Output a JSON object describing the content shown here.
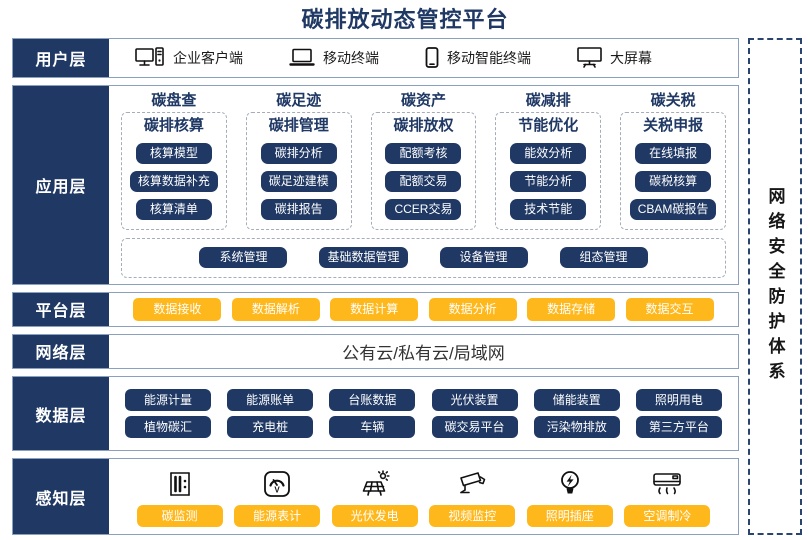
{
  "title": "碳排放动态管控平台",
  "colors": {
    "navy": "#1f3864",
    "orange": "#ffb81c",
    "layer_border": "#8ba0bd"
  },
  "security": {
    "label": "网络安全防护体系"
  },
  "user_layer": {
    "label": "用户层",
    "items": [
      {
        "icon": "desktop-pc-icon",
        "label": "企业客户端"
      },
      {
        "icon": "laptop-icon",
        "label": "移动终端"
      },
      {
        "icon": "smartphone-icon",
        "label": "移动智能终端"
      },
      {
        "icon": "big-screen-icon",
        "label": "大屏幕"
      }
    ]
  },
  "app_layer": {
    "label": "应用层",
    "columns": [
      {
        "title": "碳盘查",
        "subtitle": "碳排核算",
        "items": [
          "核算模型",
          "核算数据补充",
          "核算清单"
        ]
      },
      {
        "title": "碳足迹",
        "subtitle": "碳排管理",
        "items": [
          "碳排分析",
          "碳足迹建模",
          "碳排报告"
        ]
      },
      {
        "title": "碳资产",
        "subtitle": "碳排放权",
        "items": [
          "配额考核",
          "配额交易",
          "CCER交易"
        ]
      },
      {
        "title": "碳减排",
        "subtitle": "节能优化",
        "items": [
          "能效分析",
          "节能分析",
          "技术节能"
        ]
      },
      {
        "title": "碳关税",
        "subtitle": "关税申报",
        "items": [
          "在线填报",
          "碳税核算",
          "CBAM碳报告"
        ]
      }
    ],
    "bottom_items": [
      "系统管理",
      "基础数据管理",
      "设备管理",
      "组态管理"
    ]
  },
  "platform_layer": {
    "label": "平台层",
    "items": [
      "数据接收",
      "数据解析",
      "数据计算",
      "数据分析",
      "数据存储",
      "数据交互"
    ]
  },
  "network_layer": {
    "label": "网络层",
    "text": "公有云/私有云/局域网"
  },
  "data_layer": {
    "label": "数据层",
    "rows": [
      [
        "能源计量",
        "能源账单",
        "台账数据",
        "光伏装置",
        "储能装置",
        "照明用电"
      ],
      [
        "植物碳汇",
        "充电桩",
        "车辆",
        "碳交易平台",
        "污染物排放",
        "第三方平台"
      ]
    ]
  },
  "perception_layer": {
    "label": "感知层",
    "items": [
      {
        "icon": "carbon-monitor-icon",
        "label": "碳监测"
      },
      {
        "icon": "energy-meter-icon",
        "label": "能源表计"
      },
      {
        "icon": "solar-panel-icon",
        "label": "光伏发电"
      },
      {
        "icon": "cctv-camera-icon",
        "label": "视频监控"
      },
      {
        "icon": "light-bulb-icon",
        "label": "照明插座"
      },
      {
        "icon": "air-conditioner-icon",
        "label": "空调制冷"
      }
    ]
  }
}
